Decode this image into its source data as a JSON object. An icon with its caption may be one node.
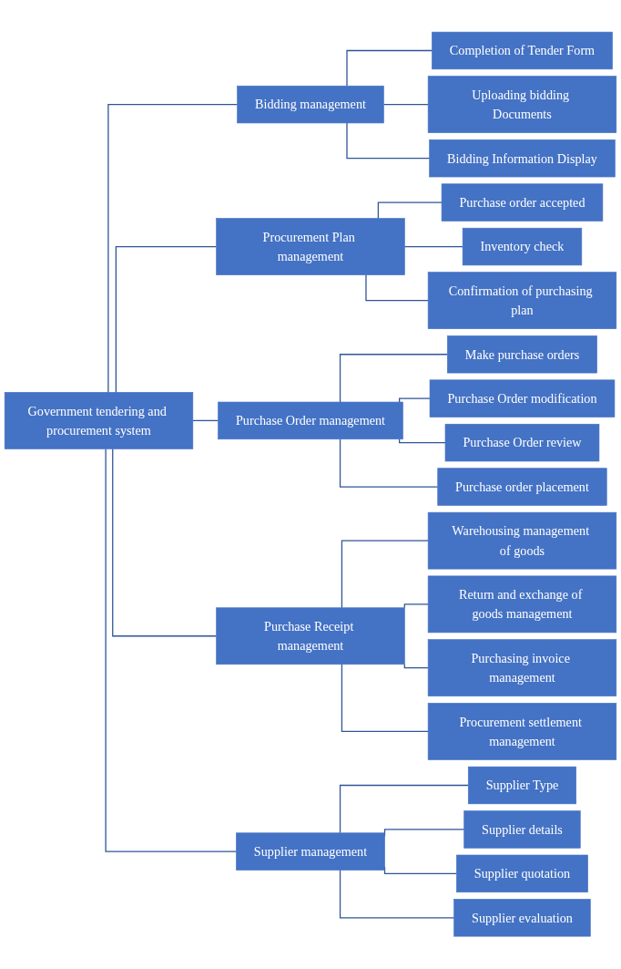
{
  "diagram": {
    "nodes": [
      {
        "text": [
          "Government tendering and procurement system"
        ]
      },
      {
        "text": [
          "Bidding management"
        ]
      },
      {
        "text": [
          "Completion of Tender Form"
        ]
      },
      {
        "text": [
          "Uploading bidding Documents"
        ]
      },
      {
        "text": [
          "Bidding Information Display"
        ]
      },
      {
        "text": [
          "Procurement Plan management"
        ]
      },
      {
        "text": [
          "Purchase order accepted"
        ]
      },
      {
        "text": [
          "Inventory check"
        ]
      },
      {
        "text": [
          "Confirmation of purchasing plan"
        ]
      },
      {
        "text": [
          "Purchase Order management"
        ]
      },
      {
        "text": [
          "Make purchase orders"
        ]
      },
      {
        "text": [
          "Purchase Order modification"
        ]
      },
      {
        "text": [
          "Purchase Order review"
        ]
      },
      {
        "text": [
          "Purchase order placement"
        ]
      },
      {
        "text": [
          "Purchase Receipt management"
        ]
      },
      {
        "text": [
          "Warehousing management of goods"
        ]
      },
      {
        "text": [
          "Return and exchange of goods management"
        ]
      },
      {
        "text": [
          "Purchasing invoice management"
        ]
      },
      {
        "text": [
          "Procurement settlement management"
        ]
      },
      {
        "text": [
          "Supplier management"
        ]
      },
      {
        "text": [
          "Supplier Type"
        ]
      },
      {
        "text": [
          "Supplier details"
        ]
      },
      {
        "text": [
          "Supplier quotation"
        ]
      },
      {
        "text": [
          "Supplier evaluation"
        ]
      }
    ],
    "edges": [
      {
        "from": 0,
        "to": 1,
        "arrow": "none"
      },
      {
        "from": 1,
        "to": 2,
        "arrow": "none"
      },
      {
        "from": 1,
        "to": 3,
        "arrow": "none"
      },
      {
        "from": 1,
        "to": 4,
        "arrow": "none"
      },
      {
        "from": 0,
        "to": 5,
        "arrow": "none"
      },
      {
        "from": 5,
        "to": 6,
        "arrow": "none"
      },
      {
        "from": 5,
        "to": 7,
        "arrow": "none"
      },
      {
        "from": 5,
        "to": 8,
        "arrow": "none"
      },
      {
        "from": 0,
        "to": 9,
        "arrow": "none"
      },
      {
        "from": 9,
        "to": 10,
        "arrow": "none"
      },
      {
        "from": 9,
        "to": 11,
        "arrow": "none"
      },
      {
        "from": 9,
        "to": 12,
        "arrow": "none"
      },
      {
        "from": 9,
        "to": 13,
        "arrow": "none"
      },
      {
        "from": 0,
        "to": 14,
        "arrow": "none"
      },
      {
        "from": 14,
        "to": 15,
        "arrow": "none"
      },
      {
        "from": 14,
        "to": 16,
        "arrow": "none"
      },
      {
        "from": 14,
        "to": 17,
        "arrow": "none"
      },
      {
        "from": 14,
        "to": 18,
        "arrow": "none"
      },
      {
        "from": 0,
        "to": 19,
        "arrow": "none"
      },
      {
        "from": 19,
        "to": 20,
        "arrow": "none"
      },
      {
        "from": 19,
        "to": 21,
        "arrow": "none"
      },
      {
        "from": 19,
        "to": 22,
        "arrow": "none"
      },
      {
        "from": 19,
        "to": 23,
        "arrow": "none"
      }
    ]
  }
}
